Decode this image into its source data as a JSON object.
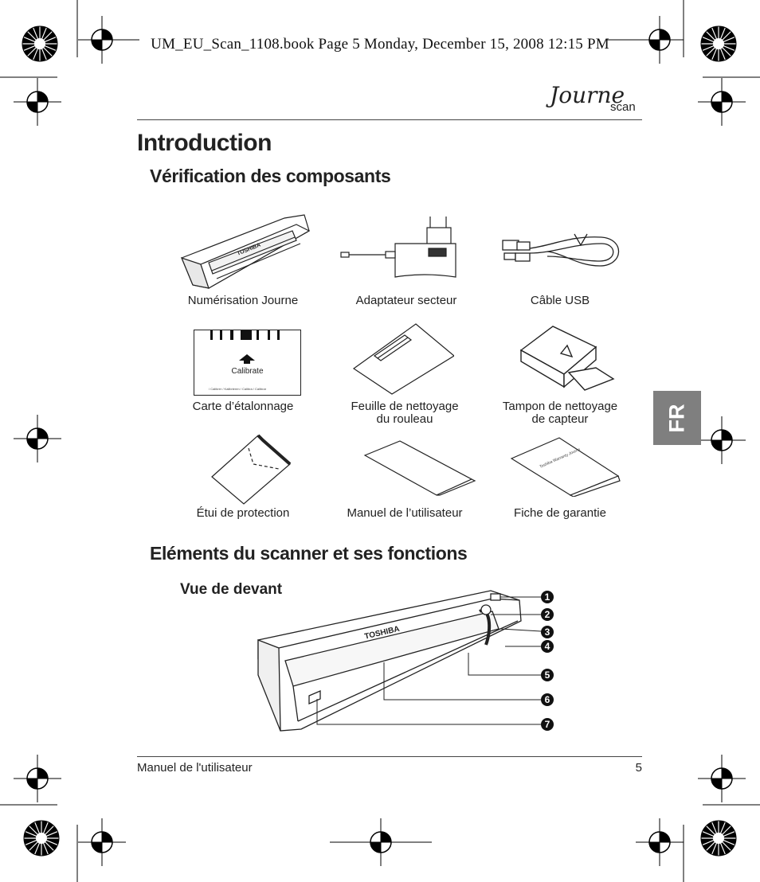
{
  "slug_line": "UM_EU_Scan_1108.book  Page 5  Monday, December 15, 2008  12:15 PM",
  "brand_logo": {
    "word": "Journe",
    "sub": "scan"
  },
  "page_title": "Introduction",
  "section1_heading": "Vérification des composants",
  "components": [
    {
      "label": "Numérisation Journe",
      "icon": "scanner-illustration",
      "product_text": "TOSHIBA"
    },
    {
      "label": "Adaptateur secteur",
      "icon": "power-adapter-illustration"
    },
    {
      "label": "Câble USB",
      "icon": "usb-cable-illustration"
    },
    {
      "label": "Carte d’étalonnage",
      "icon": "calibration-card-illustration",
      "card_text": "Calibrate",
      "card_fine_print": "/ Calibrer / Kalibrieren / Calibra / Calibrar"
    },
    {
      "label": "Feuille de nettoyage\ndu rouleau",
      "icon": "roller-cleaning-sheet-illustration"
    },
    {
      "label": "Tampon de nettoyage\nde capteur",
      "icon": "sensor-cleaning-pad-illustration"
    },
    {
      "label": "Étui de protection",
      "icon": "protective-sleeve-illustration"
    },
    {
      "label": "Manuel de l’utilisateur",
      "icon": "user-manual-illustration"
    },
    {
      "label": "Fiche de garantie",
      "icon": "warranty-card-illustration",
      "sheet_text": "Toshiba Warranty Journe"
    }
  ],
  "section2_heading": "Eléments du scanner et ses fonctions",
  "front_view_heading": "Vue de devant",
  "scanner_brand": "TOSHIBA",
  "callouts": [
    "1",
    "2",
    "3",
    "4",
    "5",
    "6",
    "7"
  ],
  "language_tab": "FR",
  "footer": {
    "left": "Manuel de l'utilisateur",
    "page_number": "5"
  }
}
